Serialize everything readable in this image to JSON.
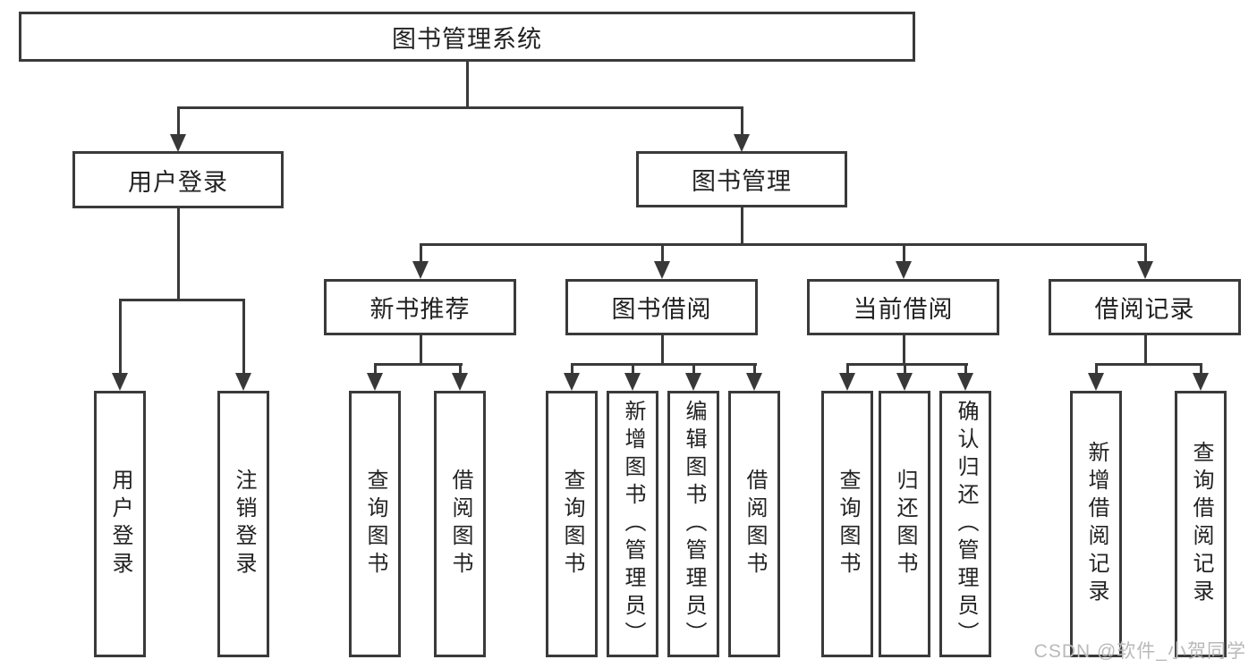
{
  "diagram": {
    "title": "图书管理系统",
    "branches": [
      {
        "label": "用户登录",
        "leaves": [
          "用户登录",
          "注销登录"
        ]
      },
      {
        "label": "图书管理",
        "groups": [
          {
            "label": "新书推荐",
            "leaves": [
              "查询图书",
              "借阅图书"
            ]
          },
          {
            "label": "图书借阅",
            "leaves": [
              "查询图书",
              "新增图书（管理员）",
              "编辑图书（管理员）",
              "借阅图书"
            ]
          },
          {
            "label": "当前借阅",
            "leaves": [
              "查询图书",
              "归还图书",
              "确认归还（管理员）"
            ]
          },
          {
            "label": "借阅记录",
            "leaves": [
              "新增借阅记录",
              "查询借阅记录"
            ]
          }
        ]
      }
    ]
  },
  "watermark": {
    "text": "CSDN @软件_小贺同学"
  },
  "colors": {
    "background": "#ffffff",
    "box_border": "#3a3a3a",
    "line": "#3a3a3a",
    "text": "#222222",
    "watermark": "#b9b9b9"
  }
}
